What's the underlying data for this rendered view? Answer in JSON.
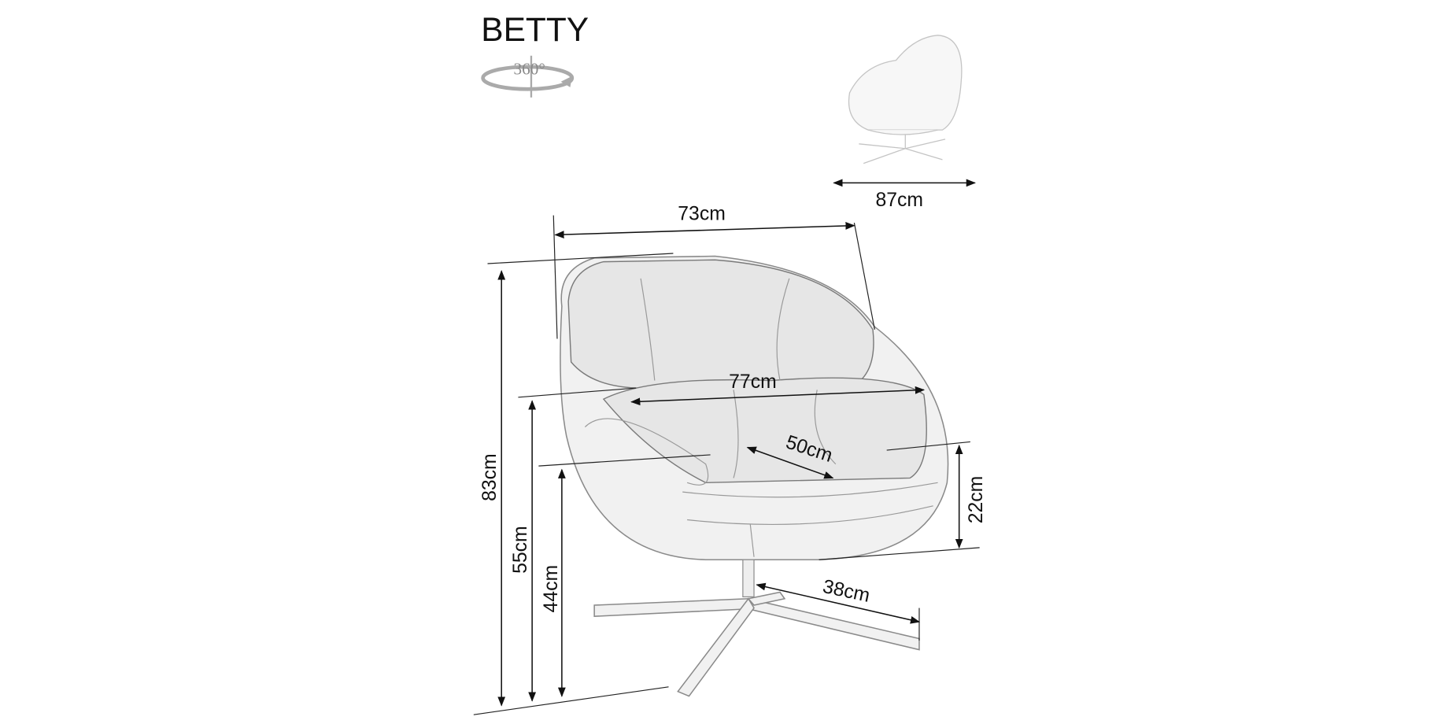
{
  "product": {
    "name": "BETTY",
    "rotation_badge": "360°"
  },
  "dimensions": {
    "depth": "87cm",
    "width_top": "73cm",
    "width_seat": "77cm",
    "seat_depth": "50cm",
    "total_height": "83cm",
    "armrest_height": "55cm",
    "seat_height": "44cm",
    "armrest_to_base": "22cm",
    "base_radius": "38cm"
  },
  "colors": {
    "line": "#111111",
    "sketch": "#8a8a8a"
  }
}
